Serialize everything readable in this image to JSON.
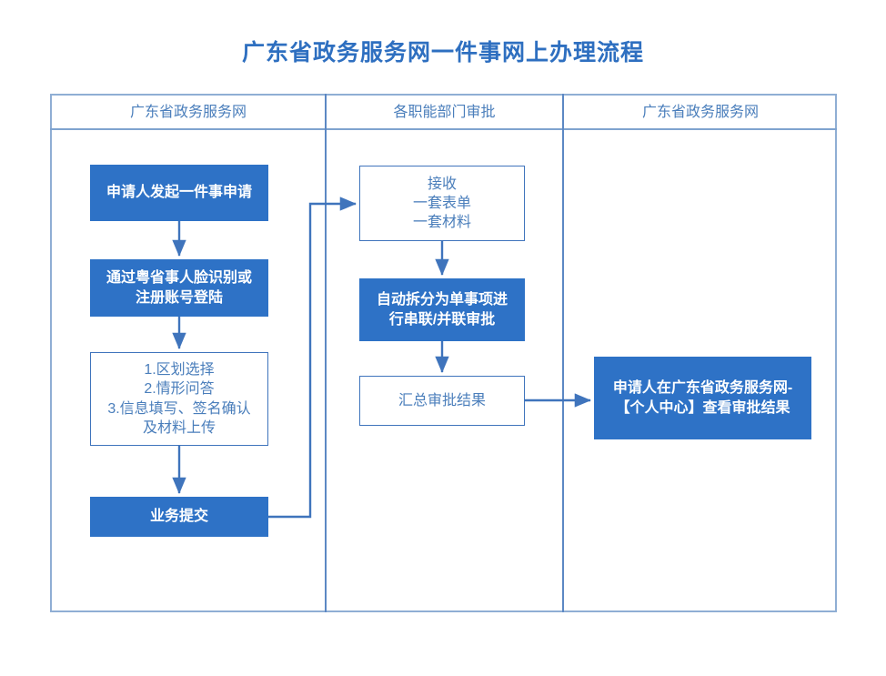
{
  "page": {
    "title": "广东省政务服务网一件事网上办理流程",
    "title_color": "#2E6FC0",
    "accent_fill": "#2E72C6",
    "outline_color": "#3F74BC",
    "frame_color": "#8FAED4",
    "lane_divider_color": "#5C88C4",
    "header_text_color": "#4A7EBB",
    "background": "#ffffff"
  },
  "lanes": [
    {
      "id": "lane-applicant",
      "header": "广东省政务服务网"
    },
    {
      "id": "lane-departments",
      "header": "各职能部门审批"
    },
    {
      "id": "lane-results",
      "header": "广东省政务服务网"
    }
  ],
  "nodes": {
    "apply": {
      "label": "申请人发起一件事申请",
      "style": "filled",
      "lane": "lane-applicant"
    },
    "login": {
      "label": "通过粤省事人脸识别或\n注册账号登陆",
      "style": "filled",
      "lane": "lane-applicant"
    },
    "form_steps": {
      "label": "1.区划选择\n2.情形问答\n3.信息填写、签名确认\n及材料上传",
      "style": "outline",
      "lane": "lane-applicant"
    },
    "submit": {
      "label": "业务提交",
      "style": "filled",
      "lane": "lane-applicant"
    },
    "receive": {
      "label": "接收\n一套表单\n一套材料",
      "style": "outline",
      "lane": "lane-departments"
    },
    "split": {
      "label": "自动拆分为单事项进\n行串联/并联审批",
      "style": "filled",
      "lane": "lane-departments"
    },
    "summary": {
      "label": "汇总审批结果",
      "style": "outline",
      "lane": "lane-departments"
    },
    "result": {
      "label": "申请人在广东省政务服务网-\n【个人中心】查看审批结果",
      "style": "filled",
      "lane": "lane-results"
    }
  },
  "edges": [
    {
      "id": "edge-apply-login",
      "from": "apply",
      "to": "login",
      "kind": "vertical-arrow"
    },
    {
      "id": "edge-login-form",
      "from": "login",
      "to": "form_steps",
      "kind": "vertical-arrow"
    },
    {
      "id": "edge-form-submit",
      "from": "form_steps",
      "to": "submit",
      "kind": "vertical-arrow"
    },
    {
      "id": "edge-submit-receive",
      "from": "submit",
      "to": "receive",
      "kind": "elbow-arrow"
    },
    {
      "id": "edge-receive-split",
      "from": "receive",
      "to": "split",
      "kind": "vertical-arrow"
    },
    {
      "id": "edge-split-summary",
      "from": "split",
      "to": "summary",
      "kind": "vertical-arrow"
    },
    {
      "id": "edge-summary-result",
      "from": "summary",
      "to": "result",
      "kind": "horizontal-arrow"
    }
  ]
}
